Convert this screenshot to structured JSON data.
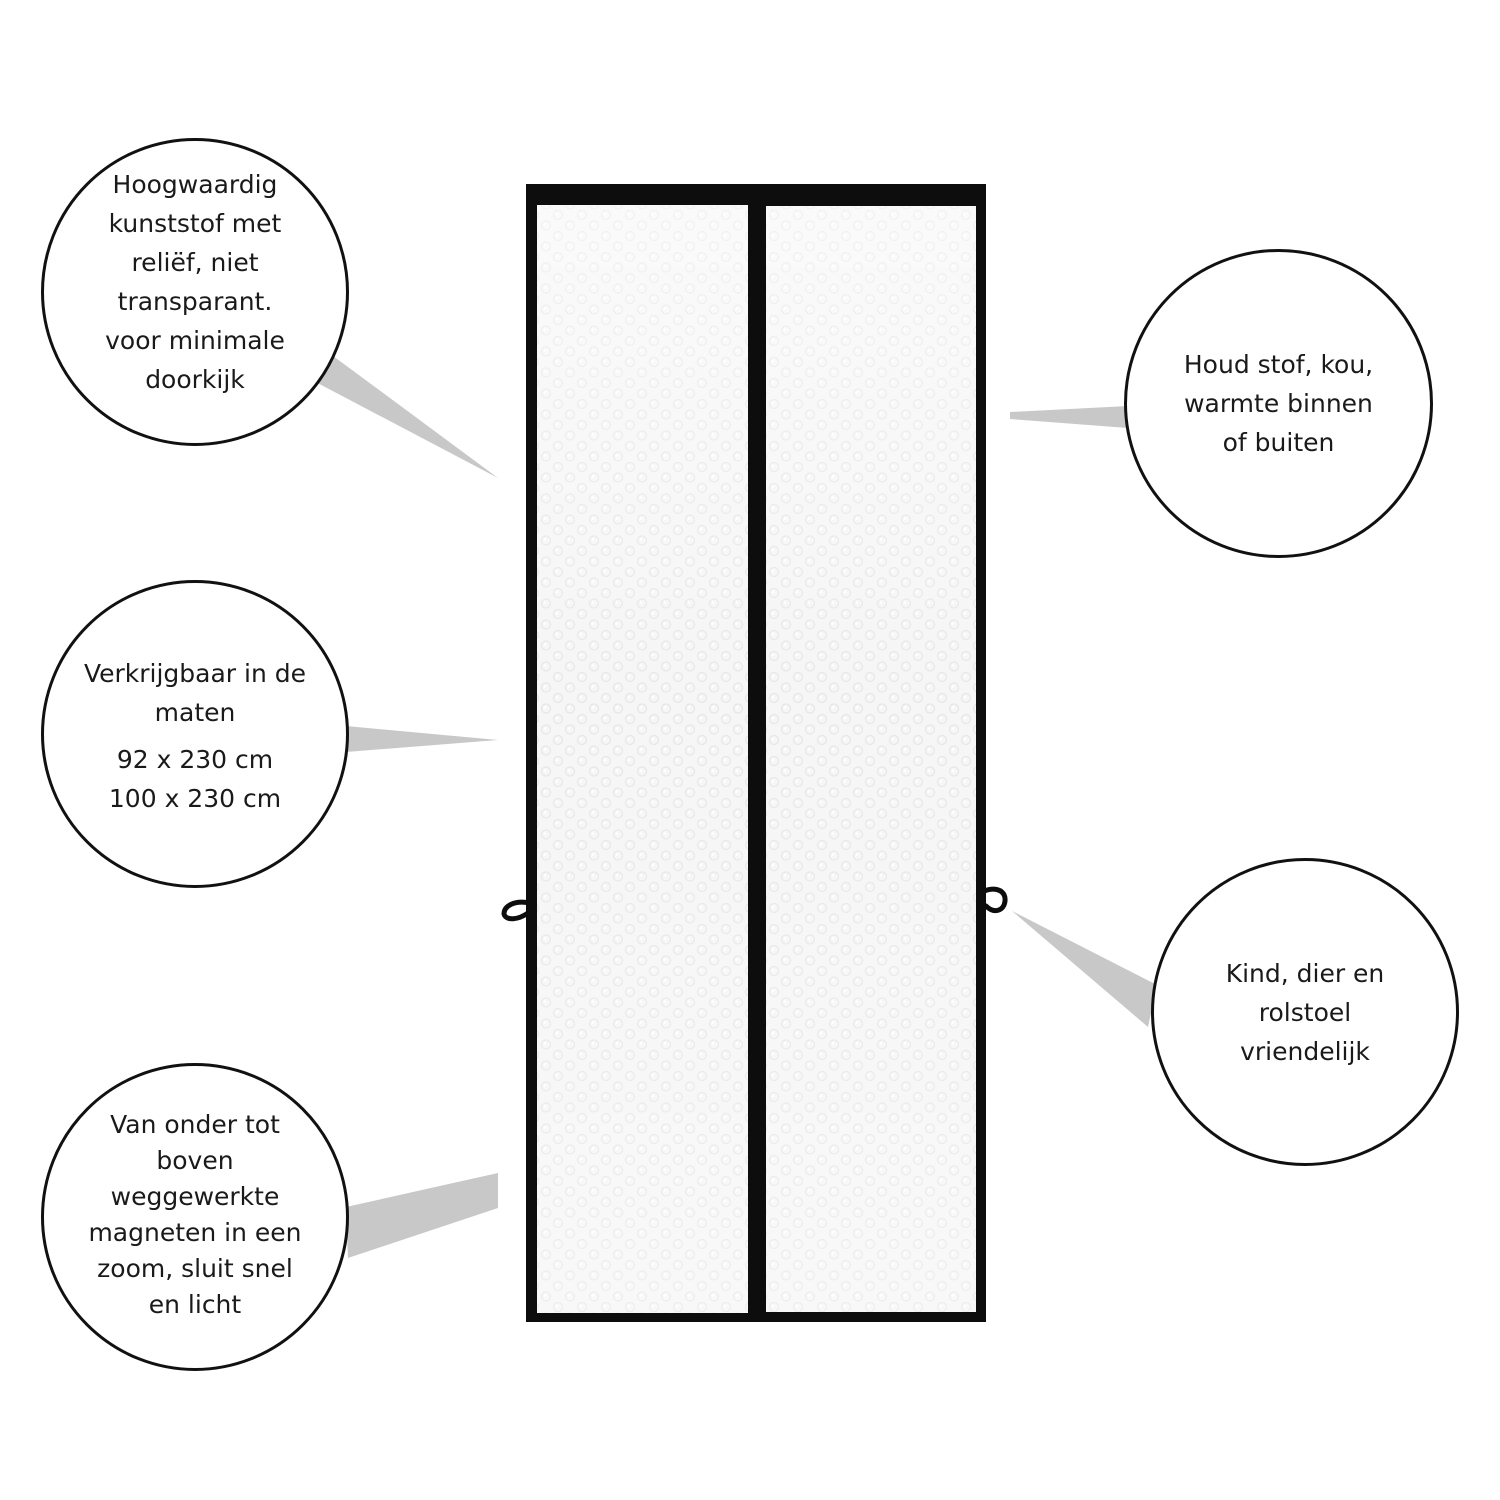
{
  "colors": {
    "frame": "#0d0d0d",
    "curtain_panel": "#f3f3f3",
    "pointer": "#c8c8c8",
    "bubble_border": "#111111"
  },
  "image": {
    "subject": "magnetic door curtain with two translucent embossed panels",
    "icons": [
      "loop-strap-icon",
      "loop-strap-icon"
    ]
  },
  "callouts": {
    "material": "Hoogwaardig\nkunststof met\nreliëf, niet\ntransparant.\nvoor minimale\ndoorkijk",
    "sizes_intro": "Verkrijgbaar in de\nmaten",
    "size_1": "92 x 230 cm",
    "size_2": "100 x 230 cm",
    "insulation": "Houd stof, kou,\nwarmte binnen\nof buiten",
    "friendly": "Kind, dier en\nrolstoel\nvriendelijk",
    "magnets": "Van onder tot\nboven\nweggewerkte\nmagneten in een\nzoom, sluit snel\nen licht"
  }
}
